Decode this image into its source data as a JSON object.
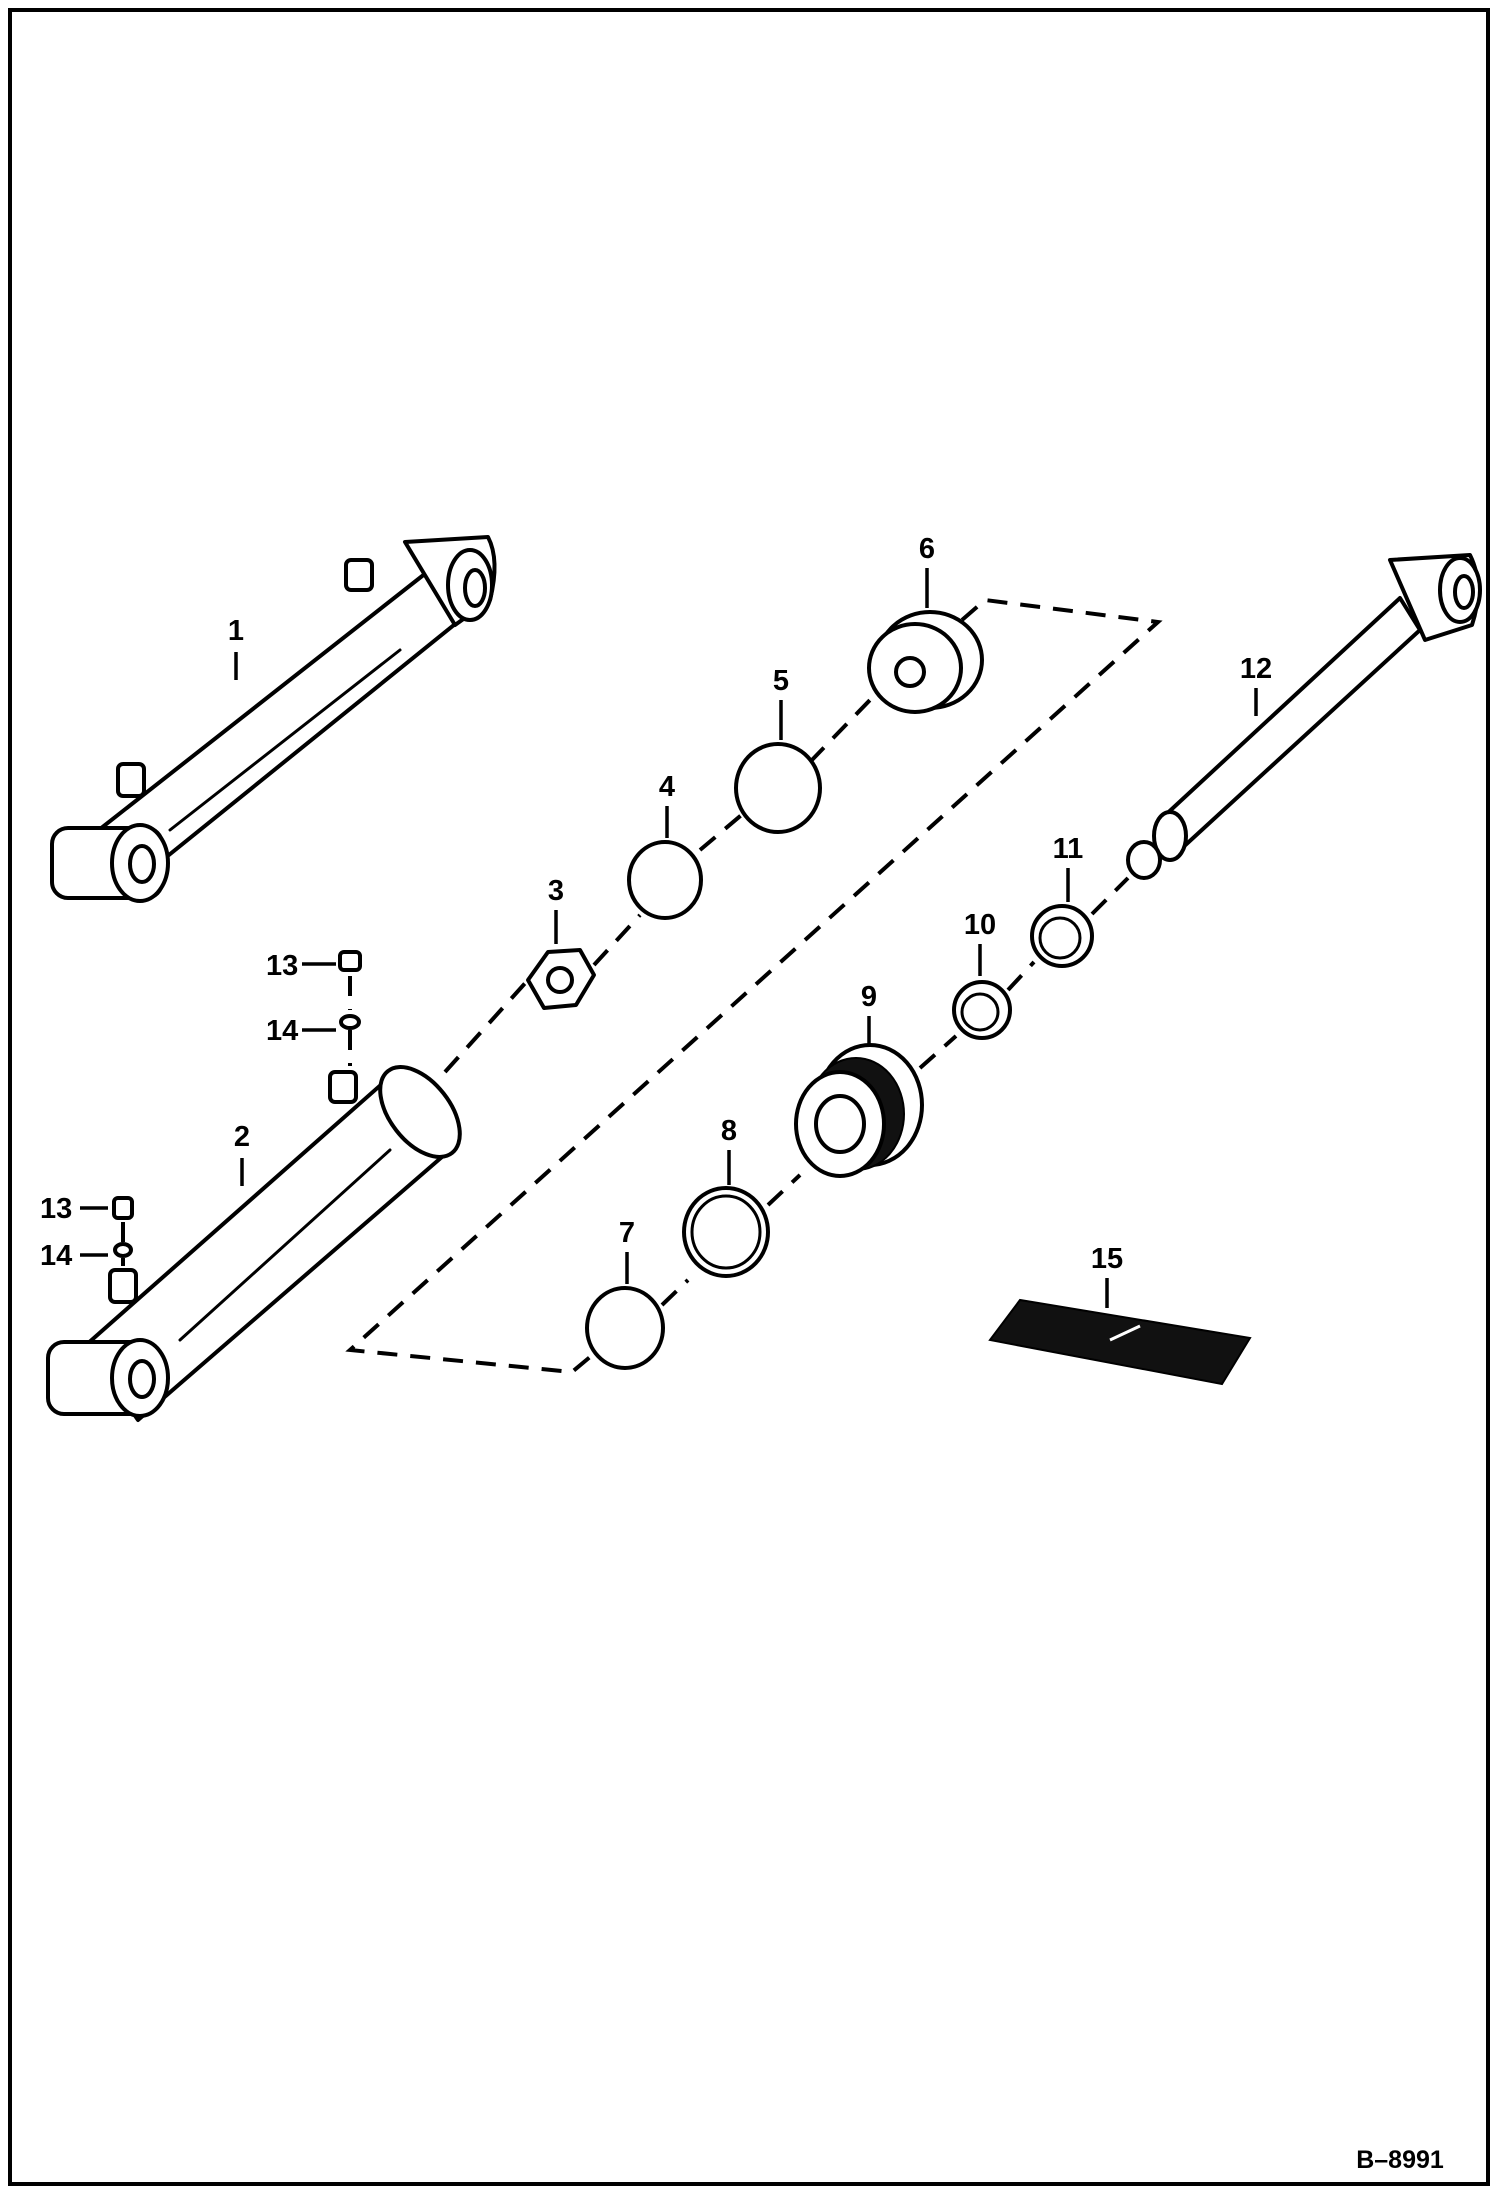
{
  "figure_id": "B–8991",
  "callouts": {
    "c1": "1",
    "c2": "2",
    "c3": "3",
    "c4": "4",
    "c5": "5",
    "c6": "6",
    "c7": "7",
    "c8": "8",
    "c9": "9",
    "c10": "10",
    "c11": "11",
    "c12": "12",
    "c13a": "13",
    "c13b": "13",
    "c14a": "14",
    "c14b": "14",
    "c15": "15"
  }
}
